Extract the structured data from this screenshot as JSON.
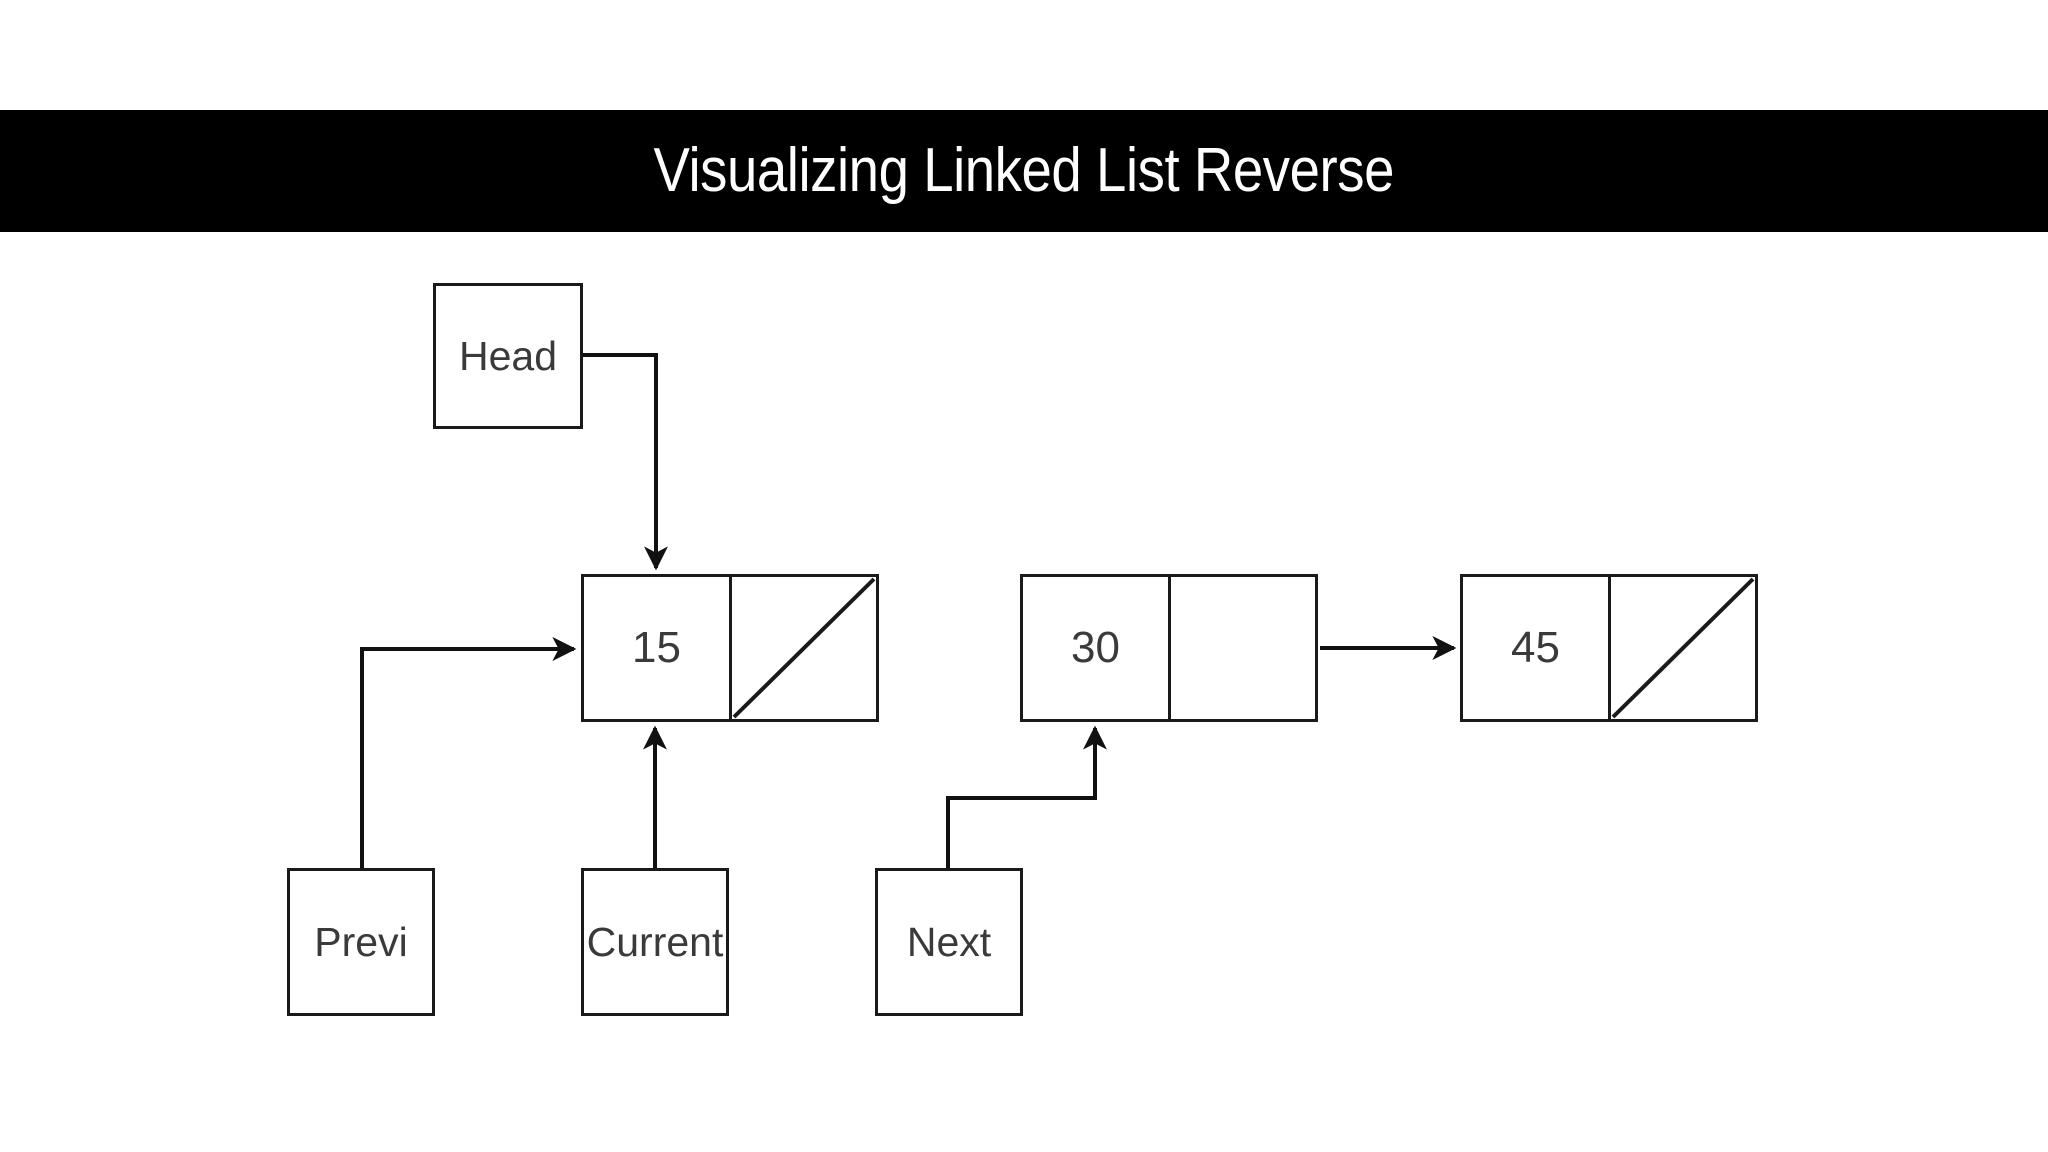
{
  "header": {
    "title": "Visualizing Linked List Reverse",
    "background_color": "#000000",
    "text_color": "#ffffff"
  },
  "canvas": {
    "background_color": "#ffffff",
    "stroke_color": "#1a1a1a",
    "text_color": "#3a3a3a"
  },
  "diagram": {
    "type": "linked-list-reversal",
    "head_pointer": {
      "label": "Head",
      "points_to": "15"
    },
    "nodes": [
      {
        "value": "15",
        "next": "null",
        "null_marker": true
      },
      {
        "value": "30",
        "next": "45",
        "null_marker": false
      },
      {
        "value": "45",
        "next": "null",
        "null_marker": true
      }
    ],
    "pointers": [
      {
        "label": "Previ",
        "points_to": "15"
      },
      {
        "label": "Current",
        "points_to": "15"
      },
      {
        "label": "Next",
        "points_to": "30"
      }
    ],
    "edges": [
      {
        "from": "Head",
        "to": "15",
        "style": "orthogonal"
      },
      {
        "from": "Previ",
        "to": "15",
        "style": "orthogonal"
      },
      {
        "from": "Current",
        "to": "15",
        "style": "straight"
      },
      {
        "from": "Next",
        "to": "30",
        "style": "orthogonal"
      },
      {
        "from": "30",
        "to": "45",
        "style": "straight"
      }
    ]
  }
}
